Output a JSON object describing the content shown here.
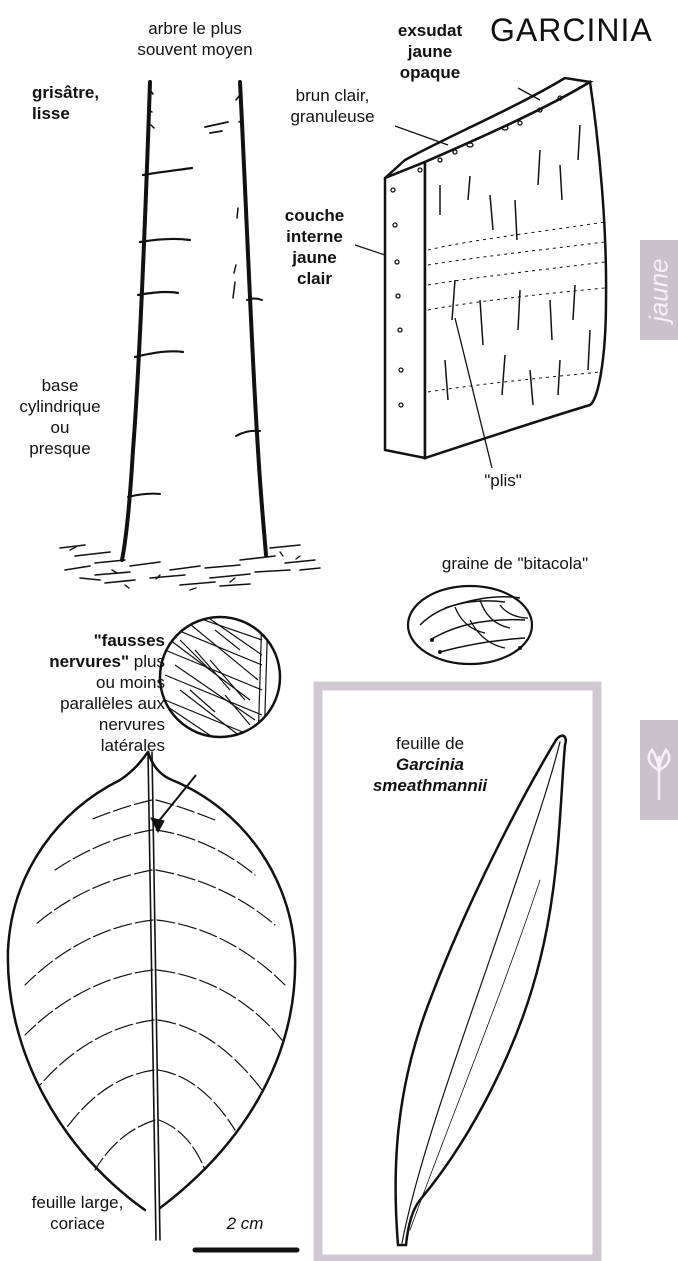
{
  "page": {
    "title": "GARCINIA",
    "side_tab_label": "jaune",
    "side_tab_icon": "seedling-icon",
    "side_tab_color": "#c9c1cc",
    "frame_color": "#cfc8d2"
  },
  "trunk": {
    "top_label": [
      "arbre le plus",
      "souvent moyen"
    ],
    "bark_label": [
      "grisâtre,",
      "lisse"
    ],
    "base_label": [
      "base",
      "cylindrique",
      "ou",
      "presque"
    ]
  },
  "bark_slice": {
    "exudate_label": [
      "exsudat",
      "jaune",
      "opaque"
    ],
    "outer_label": [
      "brun clair,",
      "granuleuse"
    ],
    "inner_label": [
      "couche",
      "interne",
      "jaune",
      "clair"
    ],
    "plis_label": "\"plis\""
  },
  "seed": {
    "label": "graine de \"bitacola\""
  },
  "detail": {
    "label": [
      "\"fausses",
      "nervures\" plus",
      "ou moins",
      "parallèles aux",
      "nervures",
      "latérales"
    ]
  },
  "leaf_large": {
    "label": [
      "feuille large,",
      "coriace"
    ],
    "scale": "2 cm"
  },
  "leaf_small": {
    "label": [
      "feuille de",
      "Garcinia",
      "smeathmannii"
    ]
  }
}
